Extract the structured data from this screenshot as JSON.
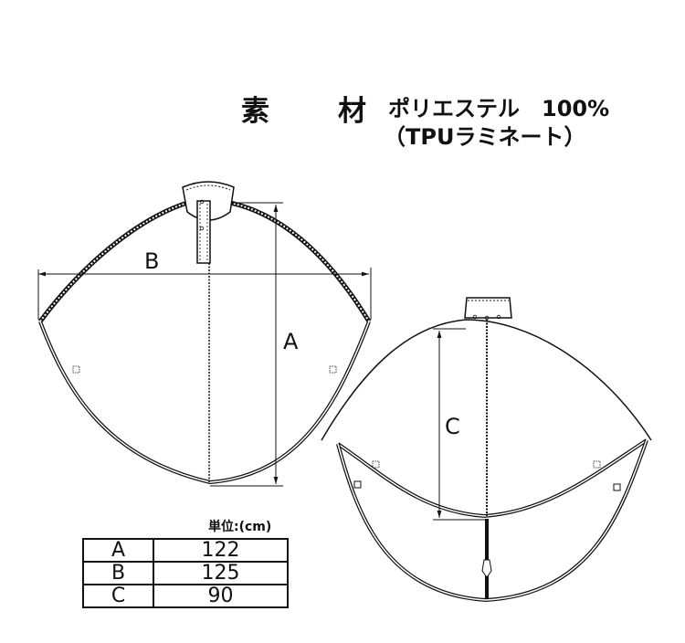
{
  "material": {
    "label": "素　材",
    "composition": "ポリエステル　100%",
    "detail": "（TPUラミネート）"
  },
  "diagram": {
    "front_view": {
      "dimension_labels": [
        "A",
        "B"
      ]
    },
    "back_view": {
      "dimension_labels": [
        "C"
      ]
    }
  },
  "size_table": {
    "unit_label": "単位:(cm)",
    "rows": [
      {
        "key": "A",
        "value": "122"
      },
      {
        "key": "B",
        "value": "125"
      },
      {
        "key": "C",
        "value": "90"
      }
    ]
  }
}
